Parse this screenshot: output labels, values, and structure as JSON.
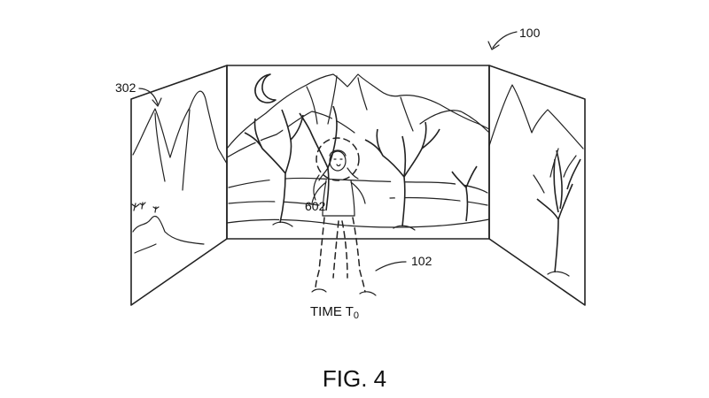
{
  "labels": {
    "system_ref": "100",
    "screen_ref": "302",
    "head_ref": "602",
    "user_ref": "102",
    "time_label": "TIME T",
    "time_subscript": "0",
    "figure_caption": "FIG. 4"
  },
  "icons": {
    "moon": "crescent-moon-icon",
    "arrow": "curved-arrow-icon"
  }
}
